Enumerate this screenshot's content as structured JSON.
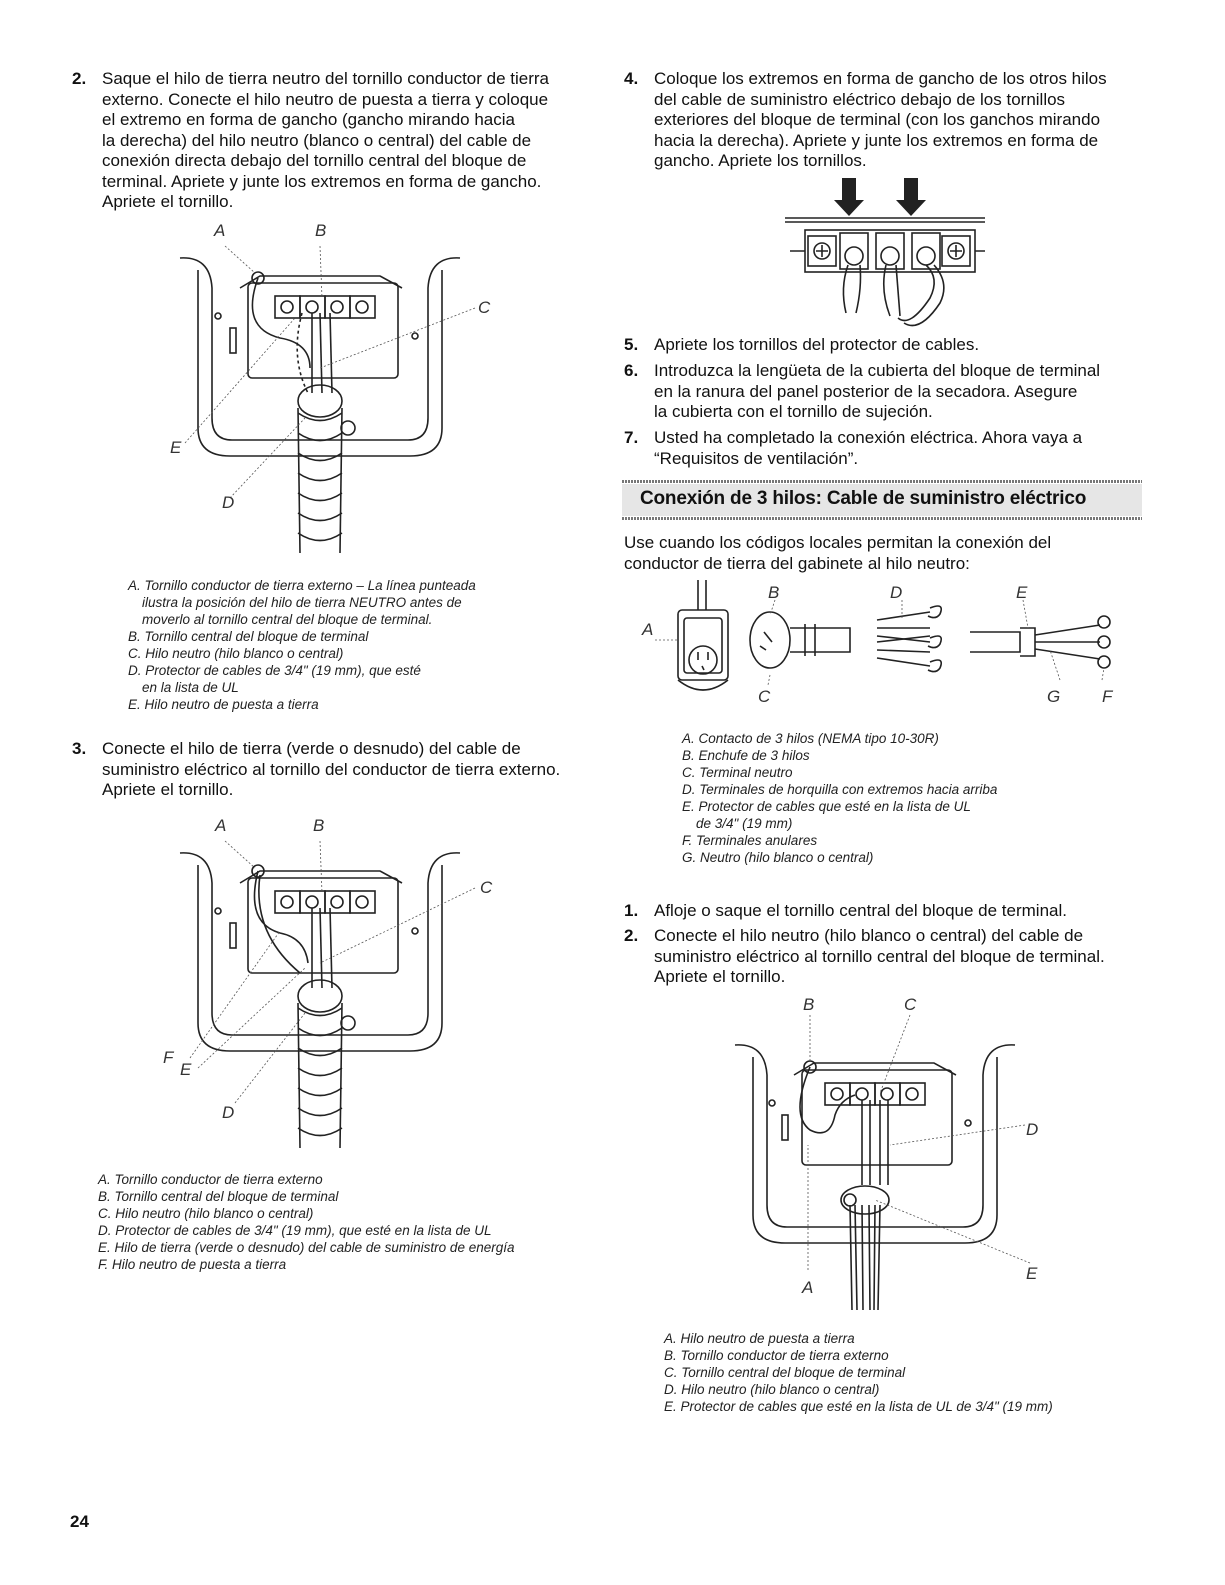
{
  "page_number": "24",
  "left": {
    "step2": {
      "num": "2.",
      "lines": [
        "Saque el hilo de tierra neutro del tornillo conductor de tierra",
        "externo. Conecte el hilo neutro de puesta a tierra y coloque",
        "el extremo en forma de gancho (gancho mirando hacia",
        "la derecha) del hilo neutro (blanco o central) del cable de",
        "conexión directa debajo del tornillo central del bloque de",
        "terminal. Apriete y junte los extremos en forma de gancho.",
        "Apriete el tornillo."
      ]
    },
    "fig1": {
      "labels": {
        "a": "A",
        "b": "B",
        "c": "C",
        "d": "D",
        "e": "E"
      }
    },
    "fig1_captions": [
      "A. Tornillo conductor de tierra externo – La línea punteada",
      "ilustra la posición del hilo de tierra NEUTRO antes de",
      "moverlo al tornillo central del bloque de terminal.",
      "B. Tornillo central del bloque de terminal",
      "C. Hilo neutro (hilo blanco o central)",
      "D. Protector de cables de 3/4\" (19 mm), que esté",
      "en la lista de UL",
      "E. Hilo neutro de puesta a tierra"
    ],
    "step3": {
      "num": "3.",
      "lines": [
        "Conecte el hilo de tierra (verde o desnudo) del cable de",
        "suministro eléctrico al tornillo del conductor de tierra externo.",
        "Apriete el tornillo."
      ]
    },
    "fig2": {
      "labels": {
        "a": "A",
        "b": "B",
        "c": "C",
        "d": "D",
        "e": "E",
        "f": "F"
      }
    },
    "fig2_captions": [
      "A. Tornillo conductor de tierra externo",
      "B. Tornillo central del bloque de terminal",
      "C. Hilo neutro (hilo blanco o central)",
      "D. Protector de cables de 3/4\" (19 mm), que esté en la lista de UL",
      "E. Hilo de tierra (verde o desnudo) del cable de suministro de energía",
      "F. Hilo neutro de puesta a tierra"
    ]
  },
  "right": {
    "step4": {
      "num": "4.",
      "lines": [
        "Coloque los extremos en forma de gancho de los otros hilos",
        "del cable de suministro eléctrico debajo de los tornillos",
        "exteriores del bloque de terminal (con los ganchos mirando",
        "hacia la derecha). Apriete y junte los extremos en forma de",
        "gancho. Apriete los tornillos."
      ]
    },
    "step5": {
      "num": "5.",
      "lines": [
        "Apriete los tornillos del protector de cables."
      ]
    },
    "step6": {
      "num": "6.",
      "lines": [
        "Introduzca la lengüeta de la cubierta del bloque de terminal",
        "en la ranura del panel posterior de la secadora. Asegure",
        "la cubierta con el tornillo de sujeción."
      ]
    },
    "step7": {
      "num": "7.",
      "lines": [
        "Usted ha completado la conexión eléctrica. Ahora vaya a",
        "“Requisitos de ventilación”."
      ]
    },
    "section_title": "Conexión de 3 hilos: Cable de suministro eléctrico",
    "intro": [
      "Use cuando los códigos locales permitan la conexión del",
      "conductor de tierra del gabinete al hilo neutro:"
    ],
    "fig3": {
      "labels": {
        "a": "A",
        "b": "B",
        "c": "C",
        "d": "D",
        "e": "E",
        "f": "F",
        "g": "G"
      }
    },
    "fig3_captions": [
      "A. Contacto de 3 hilos (NEMA tipo 10-30R)",
      "B. Enchufe de 3 hilos",
      "C. Terminal neutro",
      "D. Terminales de horquilla con extremos hacia arriba",
      "E. Protector de cables que esté en la lista de UL",
      "de 3/4\" (19 mm)",
      "F. Terminales anulares",
      "G. Neutro (hilo blanco o central)"
    ],
    "s1": {
      "num": "1.",
      "lines": [
        "Afloje o saque el tornillo central del bloque de terminal."
      ]
    },
    "s2": {
      "num": "2.",
      "lines": [
        "Conecte el hilo neutro (hilo blanco o central) del cable de",
        "suministro eléctrico al tornillo central del bloque de terminal.",
        "Apriete el tornillo."
      ]
    },
    "fig4": {
      "labels": {
        "a": "A",
        "b": "B",
        "c": "C",
        "d": "D",
        "e": "E"
      }
    },
    "fig4_captions": [
      "A. Hilo neutro de puesta a tierra",
      "B. Tornillo conductor de tierra externo",
      "C. Tornillo central del bloque de terminal",
      "D. Hilo neutro (hilo blanco o central)",
      "E. Protector de cables que esté en la lista de UL de 3/4\" (19 mm)"
    ]
  }
}
